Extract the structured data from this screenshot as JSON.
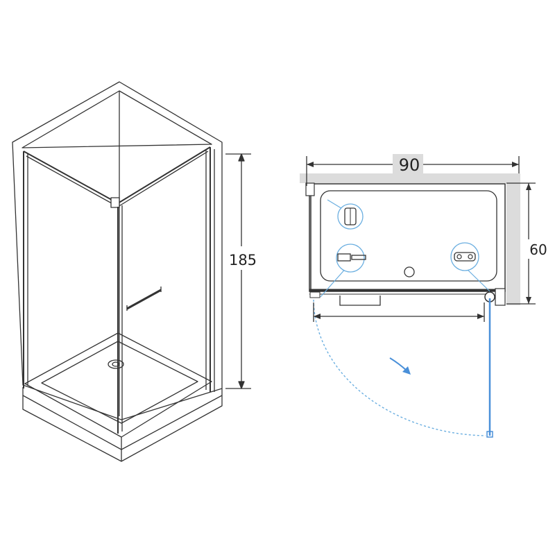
{
  "dimensions": {
    "height": "185",
    "width": "90",
    "depth": "60"
  },
  "colors": {
    "line": "#333333",
    "wall": "#dcdcdc",
    "swing": "#6aaee0",
    "icon": "#4a90d9"
  },
  "icons": [
    "hinge-icon",
    "handle-icon",
    "bracket-icon",
    "swing-arrow-icon"
  ]
}
